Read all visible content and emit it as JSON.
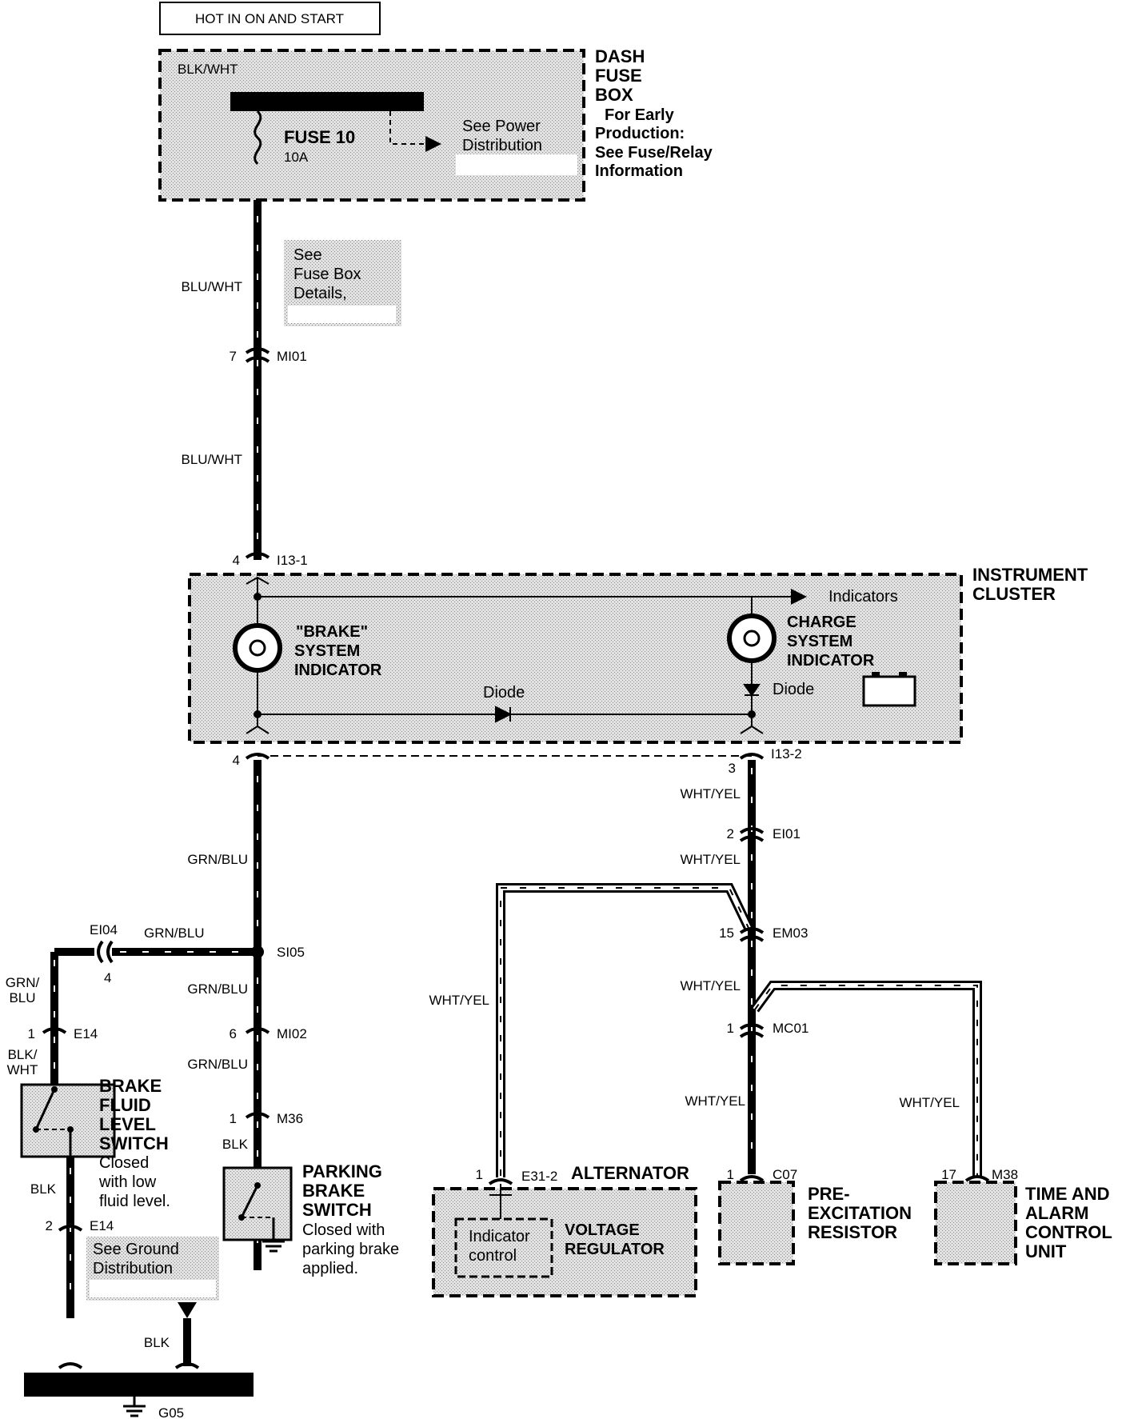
{
  "header": {
    "hot_label": "HOT IN ON AND START"
  },
  "fuse_box": {
    "wire_top": "BLK/WHT",
    "title": [
      "DASH",
      "FUSE",
      "BOX"
    ],
    "note": [
      "For Early",
      "Production:",
      "See Fuse/Relay",
      "Information"
    ],
    "fuse_name": "FUSE 10",
    "fuse_rating": "10A",
    "see_power": [
      "See Power",
      "Distribution"
    ]
  },
  "fuse_box_details": [
    "See",
    "Fuse Box",
    "Details,"
  ],
  "wires": {
    "blu_wht_1": "BLU/WHT",
    "blu_wht_2": "BLU/WHT",
    "grn_blu_1": "GRN/BLU",
    "grn_blu_h": "GRN/BLU",
    "grn_blu_2": "GRN/BLU",
    "grn_blu_3": "GRN/BLU",
    "grn_blu_left": [
      "GRN/",
      "BLU"
    ],
    "blk_wht_left": [
      "BLK/",
      "WHT"
    ],
    "blk_left": "BLK",
    "blk_park": "BLK",
    "blk_ground": "BLK",
    "wht_yel_1": "WHT/YEL",
    "wht_yel_2": "WHT/YEL",
    "wht_yel_3": "WHT/YEL",
    "wht_yel_4": "WHT/YEL",
    "wht_yel_alt": "WHT/YEL",
    "wht_yel_time": "WHT/YEL"
  },
  "connectors": {
    "mi01": {
      "pin": "7",
      "name": "MI01"
    },
    "i13_1": {
      "pin": "4",
      "name": "I13-1"
    },
    "i13_2": {
      "pin": "4",
      "pin2": "3",
      "name": "I13-2"
    },
    "ei01": {
      "pin": "2",
      "name": "EI01"
    },
    "em03": {
      "pin": "15",
      "name": "EM03"
    },
    "mc01": {
      "pin": "1",
      "name": "MC01"
    },
    "ei04": {
      "pin": "4",
      "name": "EI04"
    },
    "si05": {
      "name": "SI05"
    },
    "e14_top": {
      "pin": "1",
      "name": "E14"
    },
    "e14_bot": {
      "pin": "2",
      "name": "E14"
    },
    "mi02": {
      "pin": "6",
      "name": "MI02"
    },
    "m36": {
      "pin": "1",
      "name": "M36"
    },
    "e31_2": {
      "pin": "1",
      "name": "E31-2"
    },
    "c07": {
      "pin": "1",
      "name": "C07"
    },
    "m38": {
      "pin": "17",
      "name": "M38"
    },
    "g05": {
      "name": "G05"
    }
  },
  "instrument_cluster": {
    "title": [
      "INSTRUMENT",
      "CLUSTER"
    ],
    "indicators": "Indicators",
    "brake": [
      "\"BRAKE\"",
      "SYSTEM",
      "INDICATOR"
    ],
    "charge": [
      "CHARGE",
      "SYSTEM",
      "INDICATOR"
    ],
    "diode1": "Diode",
    "diode2": "Diode"
  },
  "brake_fluid_switch": {
    "title": [
      "BRAKE",
      "FLUID",
      "LEVEL",
      "SWITCH"
    ],
    "note": [
      "Closed",
      "with low",
      "fluid level."
    ]
  },
  "parking_brake_switch": {
    "title": [
      "PARKING",
      "BRAKE",
      "SWITCH"
    ],
    "note": [
      "Closed with",
      "parking brake",
      "applied."
    ]
  },
  "ground_note": [
    "See Ground",
    "Distribution"
  ],
  "alternator": {
    "title": "ALTERNATOR",
    "indicator_control": [
      "Indicator",
      "control"
    ],
    "regulator": [
      "VOLTAGE",
      "REGULATOR"
    ]
  },
  "pre_excitation": [
    "PRE-",
    "EXCITATION",
    "RESISTOR"
  ],
  "time_alarm": [
    "TIME AND",
    "ALARM",
    "CONTROL",
    "UNIT"
  ]
}
